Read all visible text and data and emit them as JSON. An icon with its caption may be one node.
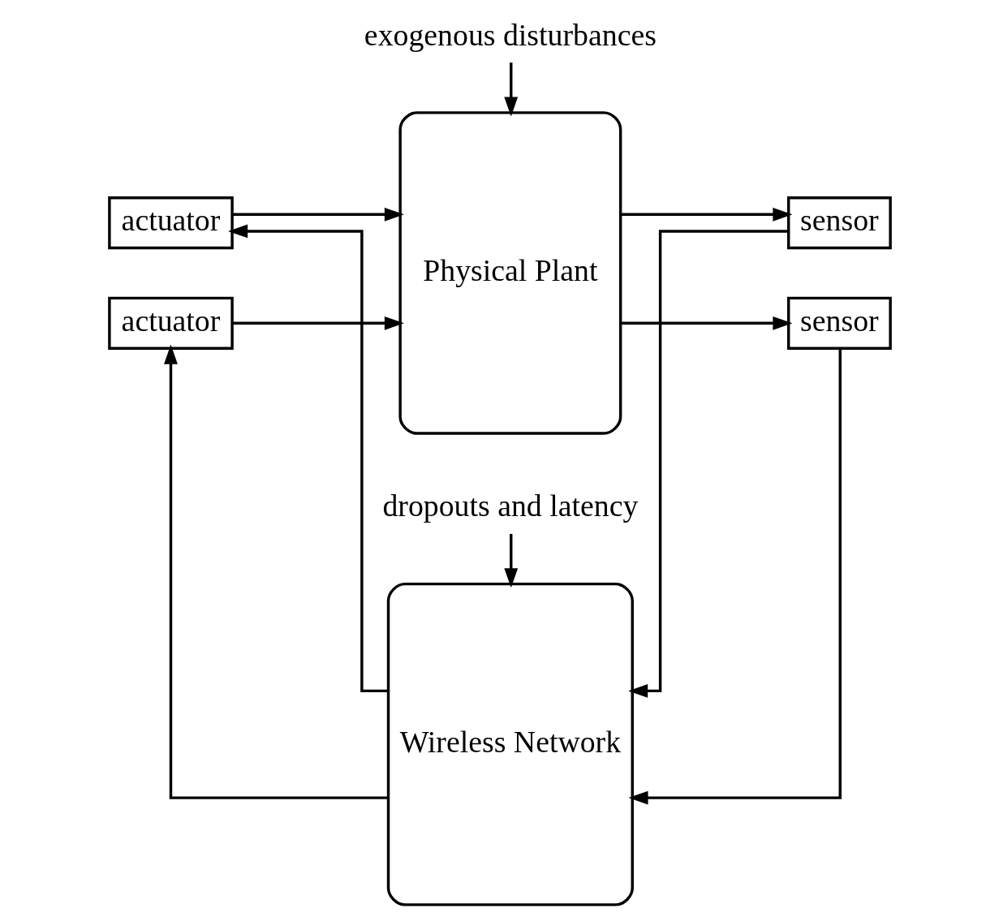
{
  "diagram": {
    "nodes": [
      {
        "text": [
          "exogenous disturbances"
        ]
      },
      {
        "text": [
          "actuator"
        ]
      },
      {
        "text": [
          "actuator"
        ]
      },
      {
        "text": [
          "Physical Plant"
        ]
      },
      {
        "text": [
          "sensor"
        ]
      },
      {
        "text": [
          "sensor"
        ]
      },
      {
        "text": [
          "Wireless Network"
        ]
      },
      {
        "text": [
          "dropouts and latency"
        ]
      }
    ],
    "edges": [
      {
        "from": 0,
        "to": 3,
        "arrow": "to"
      },
      {
        "from": 1,
        "to": 3,
        "arrow": "to"
      },
      {
        "from": 2,
        "to": 3,
        "arrow": "to"
      },
      {
        "from": 3,
        "to": 4,
        "arrow": "to"
      },
      {
        "from": 3,
        "to": 5,
        "arrow": "to"
      },
      {
        "from": 4,
        "to": 6,
        "arrow": "to"
      },
      {
        "from": 5,
        "to": 6,
        "arrow": "to"
      },
      {
        "from": 6,
        "to": 1,
        "arrow": "to"
      },
      {
        "from": 6,
        "to": 2,
        "arrow": "to"
      },
      {
        "from": 7,
        "to": 6,
        "arrow": "to"
      }
    ]
  }
}
